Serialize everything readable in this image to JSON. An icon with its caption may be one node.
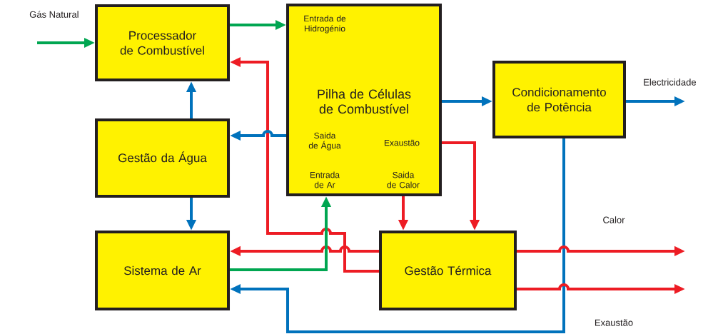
{
  "diagram": {
    "nodes": [
      {
        "text": [
          "Processador de Combustível"
        ]
      },
      {
        "text": [
          "Entrada de Hidrogénio",
          "Pilha de Células de Combustível",
          "Saida de Água",
          "Exaustão",
          "Entrada de Ar",
          "Saida de Calor"
        ]
      },
      {
        "text": [
          "Condicionamento de Potência"
        ]
      },
      {
        "text": [
          "Gestão da Água"
        ]
      },
      {
        "text": [
          "Sistema de Ar"
        ]
      },
      {
        "text": [
          "Gestão Térmica"
        ]
      }
    ],
    "edges": [
      {
        "from": null,
        "to": 0,
        "arrow": "to",
        "label": "Gás Natural",
        "color": "#00a651"
      },
      {
        "from": 0,
        "to": 1,
        "arrow": "to",
        "color": "#00a651"
      },
      {
        "from": 5,
        "to": 0,
        "arrow": "to",
        "color": "#ed1c24"
      },
      {
        "from": 1,
        "to": 3,
        "arrow": "to",
        "color": "#0072bc"
      },
      {
        "from": 3,
        "to": 0,
        "arrow": "to",
        "color": "#0072bc"
      },
      {
        "from": 3,
        "to": 4,
        "arrow": "to",
        "color": "#0072bc"
      },
      {
        "from": 5,
        "to": 4,
        "arrow": "to",
        "color": "#ed1c24"
      },
      {
        "from": 4,
        "to": 1,
        "arrow": "to",
        "color": "#00a651"
      },
      {
        "from": 1,
        "to": 5,
        "arrow": "to",
        "color": "#ed1c24"
      },
      {
        "from": 1,
        "to": 5,
        "arrow": "to",
        "color": "#ed1c24"
      },
      {
        "from": 1,
        "to": 2,
        "arrow": "to",
        "color": "#0072bc"
      },
      {
        "from": 2,
        "to": null,
        "arrow": "to",
        "label": "Electricidade",
        "color": "#0072bc"
      },
      {
        "from": 2,
        "to": 4,
        "arrow": "to",
        "color": "#0072bc"
      },
      {
        "from": 5,
        "to": null,
        "arrow": "to",
        "label": "Calor",
        "color": "#ed1c24"
      },
      {
        "from": 5,
        "to": null,
        "arrow": "to",
        "label": "Exaustão",
        "color": "#ed1c24"
      }
    ]
  }
}
